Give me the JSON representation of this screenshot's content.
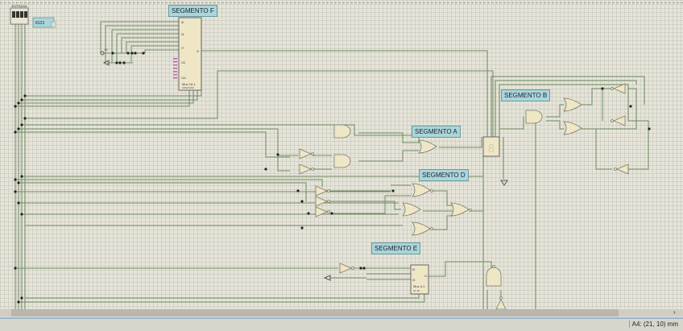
{
  "window": {
    "status_coords": "A4: (21, 10) mm",
    "scroll_right": "›"
  },
  "labels": {
    "seg_f": "SEGMENTO F",
    "seg_b": "SEGMENTO B",
    "seg_a": "SEGMENTO A",
    "seg_d": "SEGMENTO D",
    "seg_e": "SEGMENTO E"
  },
  "components": {
    "dip_switch_title": "ENTRADA",
    "hex_display_value": "8123",
    "mux16": {
      "name": "Mux 16-1",
      "sel": "S3S2S1S0",
      "pins": [
        "I0",
        "I3",
        "I7",
        "I11",
        "I15"
      ],
      "out": "O"
    },
    "mux4": {
      "name": "Mux 4-1",
      "sel": "S1  S0",
      "pins": [
        "I0",
        "I3"
      ],
      "out": "O"
    },
    "seven_seg_digit": "8",
    "vcc_label": "+V",
    "gnd_label": "⏚"
  },
  "colors": {
    "wire": "#6f8c64",
    "gate_fill": "#efe6c6",
    "gate_stroke": "#7a7a6a",
    "label_bg": "#a9d6d9",
    "grid_bg": "#e6e4d8"
  }
}
